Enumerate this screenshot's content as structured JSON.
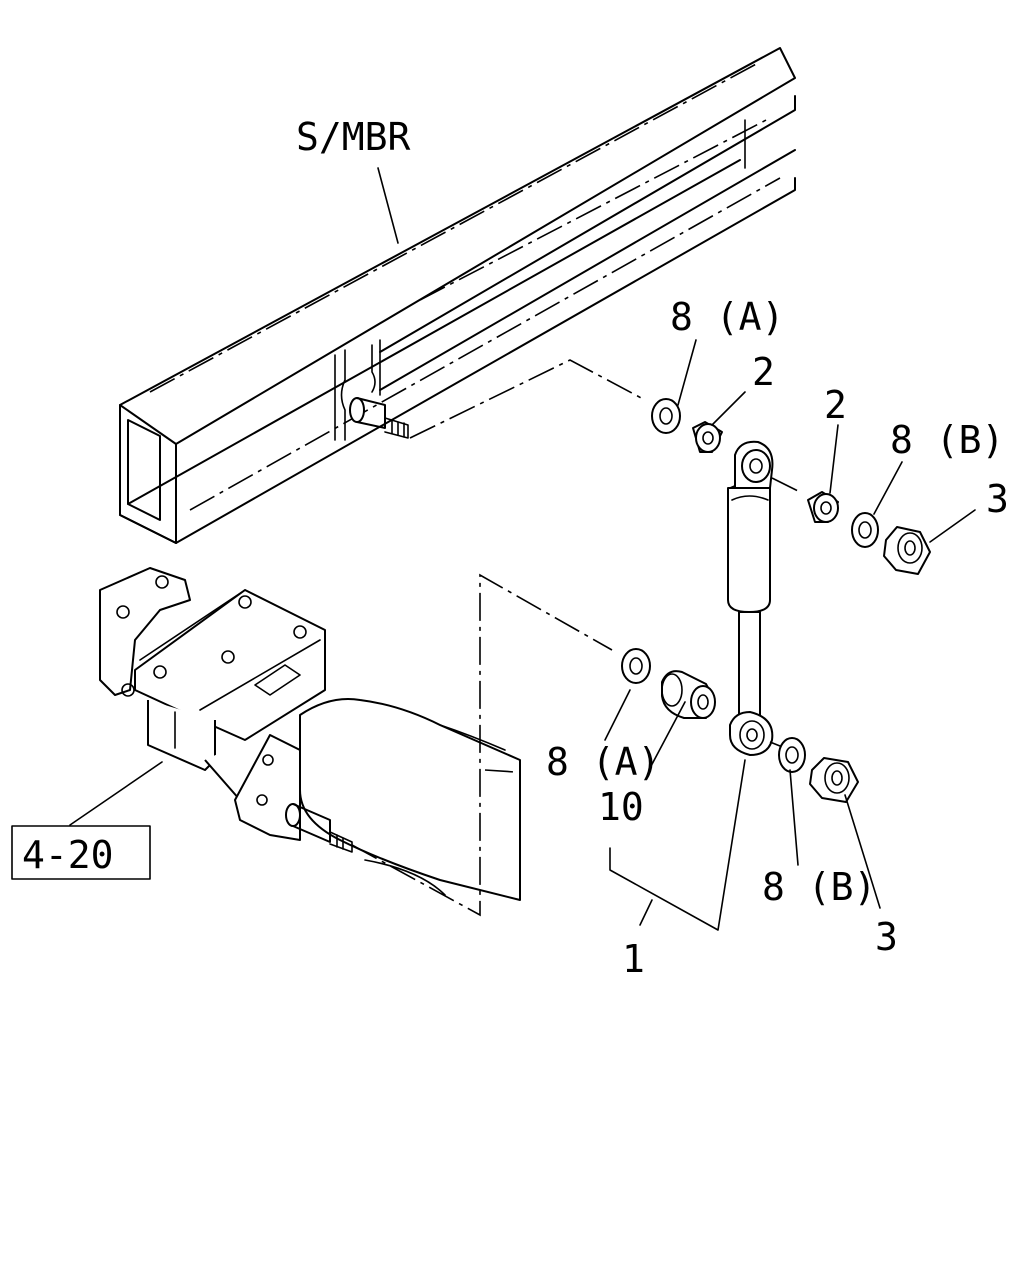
{
  "labels": {
    "s_mbr": "S/MBR",
    "part_8a_top": "8 (A)",
    "part_2_left": "2",
    "part_2_right": "2",
    "part_8b_top": "8 (B)",
    "part_3_top": "3",
    "part_8a_bottom": "8 (A)",
    "part_10": "10",
    "part_8b_bottom": "8 (B)",
    "part_3_bottom": "3",
    "part_1": "1",
    "ref_box": "4-20"
  }
}
